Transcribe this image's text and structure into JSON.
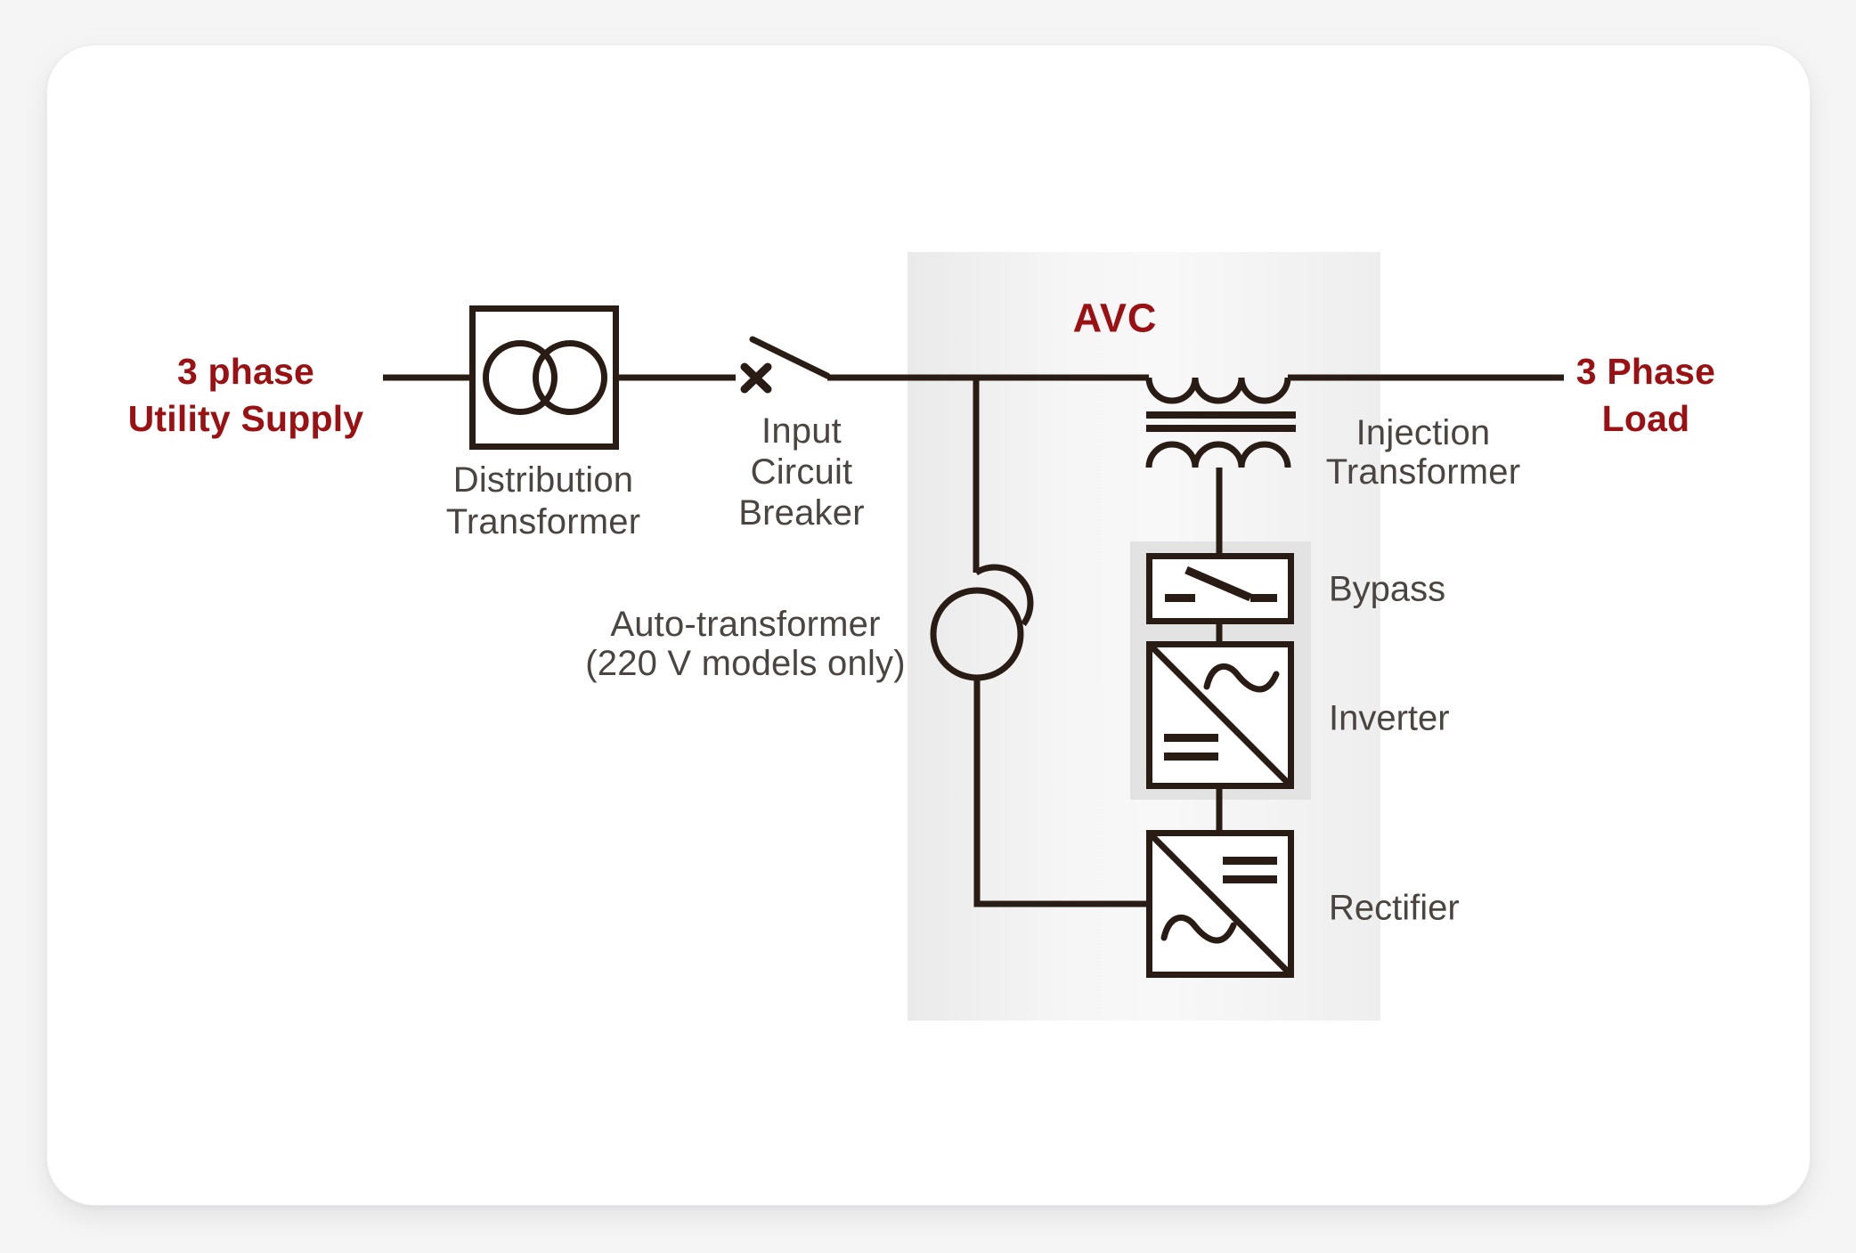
{
  "title": "AVC single-line circuit diagram",
  "colors": {
    "page_background": "#f5f5f6",
    "card_background": "#ffffff",
    "line_color": "#291c15",
    "accent_red": "#9b1113",
    "label_gray": "#4b4542",
    "avc_panel_gray": "#efefef",
    "avc_inner_shadow_gray": "#e3e3e3"
  },
  "labels": {
    "source": {
      "text": "3 phase\nUtility Supply"
    },
    "distribution_transformer": {
      "text": "Distribution\nTransformer"
    },
    "input_breaker": {
      "text": "Input\nCircuit\nBreaker"
    },
    "avc": {
      "text": "AVC"
    },
    "auto_transformer": {
      "text": "Auto-transformer\n(220 V models only)"
    },
    "injection_transformer": {
      "text": "Injection\nTransformer"
    },
    "bypass": {
      "text": "Bypass"
    },
    "inverter": {
      "text": "Inverter"
    },
    "rectifier": {
      "text": "Rectifier"
    },
    "load": {
      "text": "3 Phase\nLoad"
    }
  }
}
